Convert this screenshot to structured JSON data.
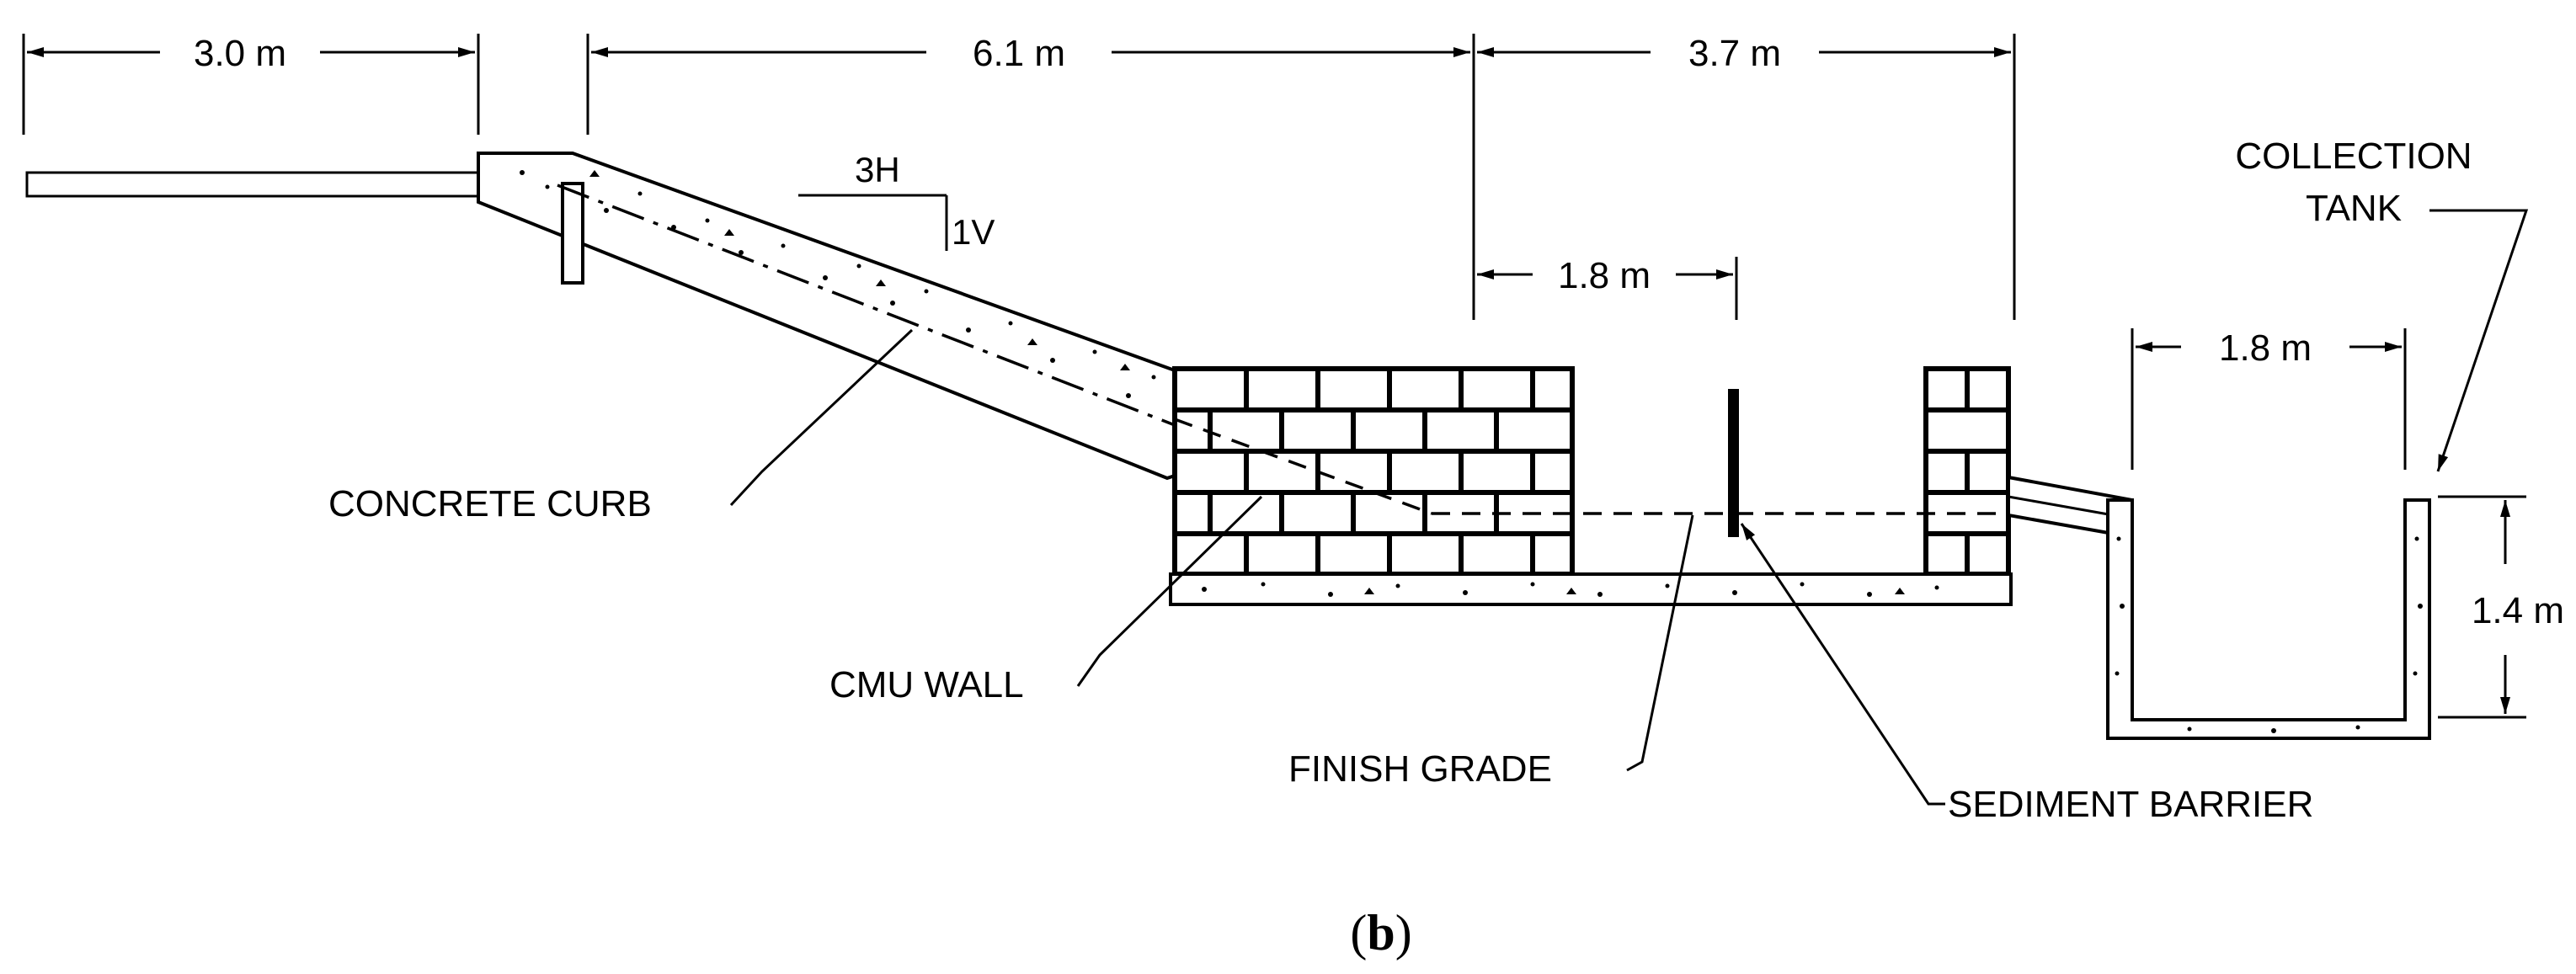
{
  "dimensions": {
    "d1": "3.0 m",
    "d2": "6.1 m",
    "d3": "3.7 m",
    "d4": "1.8 m",
    "d5": "1.8 m",
    "d6": "1.4 m"
  },
  "slope": {
    "horizontal": "3H",
    "vertical": "1V"
  },
  "labels": {
    "concrete_curb": "CONCRETE CURB",
    "cmu_wall": "CMU WALL",
    "finish_grade": "FINISH GRADE",
    "sediment_barrier": "SEDIMENT BARRIER",
    "collection_tank_line1": "COLLECTION",
    "collection_tank_line2": "TANK"
  },
  "caption": {
    "open": "(",
    "letter": "b",
    "close": ")"
  }
}
